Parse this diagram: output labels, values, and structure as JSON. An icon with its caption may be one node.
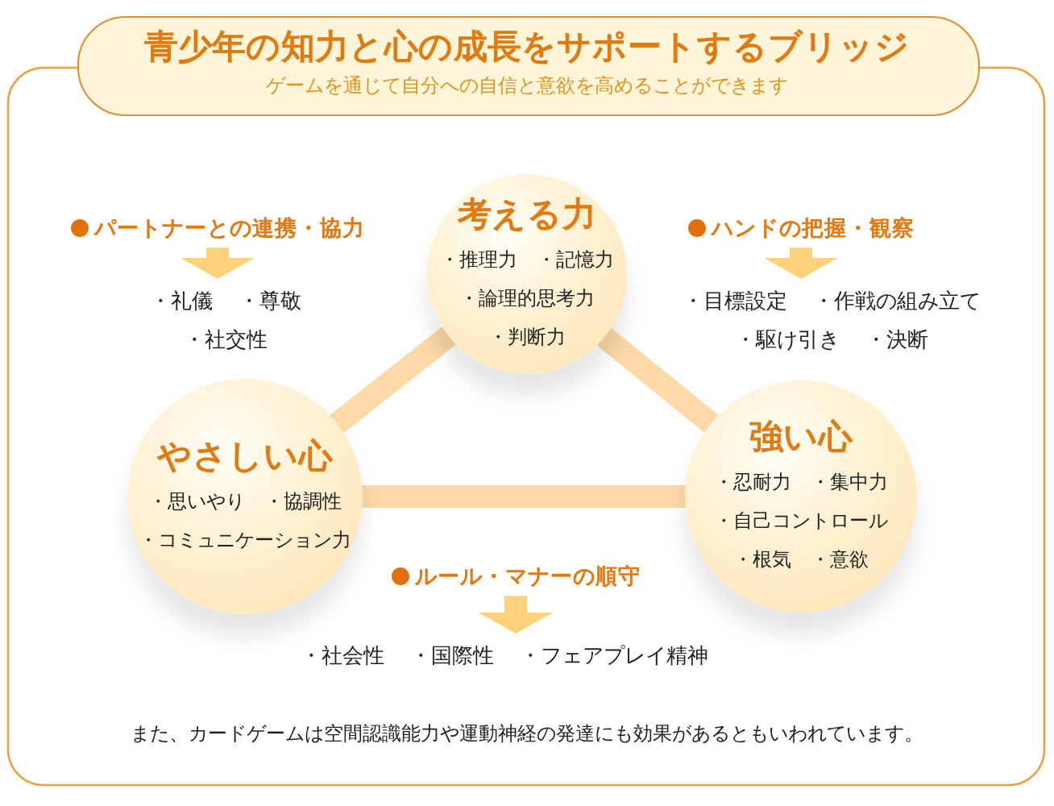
{
  "diagram": {
    "title": "青少年の知力と心の成長をサポートするブリッジ",
    "nodes": [
      {
        "text": [
          "考える力",
          "・推理力 ・記憶力",
          "・論理的思考力",
          "・判断力"
        ]
      },
      {
        "text": [
          "やさしい心",
          "・思いやり ・協調性",
          "・コミュニケーション力"
        ]
      },
      {
        "text": [
          "強い心",
          "・忍耐力 ・集中力",
          "・自己コントロール",
          "・根気 ・意欲"
        ]
      },
      {
        "text": [
          "パートナーとの連携・協力"
        ]
      },
      {
        "text": [
          "・礼儀 ・尊敬",
          "・社交性"
        ]
      },
      {
        "text": [
          "ハンドの把握・観察"
        ]
      },
      {
        "text": [
          "・目標設定 ・作戦の組み立て",
          "・駆け引き ・決断"
        ]
      },
      {
        "text": [
          "ルール・マナーの順守"
        ]
      },
      {
        "text": [
          "・社会性 ・国際性 ・フェアプレイ精神"
        ]
      }
    ],
    "edges": [
      {
        "from": 0,
        "to": 1,
        "arrow": "none"
      },
      {
        "from": 0,
        "to": 2,
        "arrow": "none"
      },
      {
        "from": 1,
        "to": 2,
        "arrow": "none"
      },
      {
        "from": 3,
        "to": 4,
        "arrow": "to",
        "color": "#fdd27a"
      },
      {
        "from": 5,
        "to": 6,
        "arrow": "to",
        "color": "#fdd27a"
      },
      {
        "from": 7,
        "to": 8,
        "arrow": "to",
        "color": "#fdd27a"
      }
    ],
    "labels": [
      "ゲームを通じて自分への自信と意欲を高めることができます",
      "また、カードゲームは空間認識能力や運動神経の発達にも効果があるともいわれています。"
    ]
  }
}
